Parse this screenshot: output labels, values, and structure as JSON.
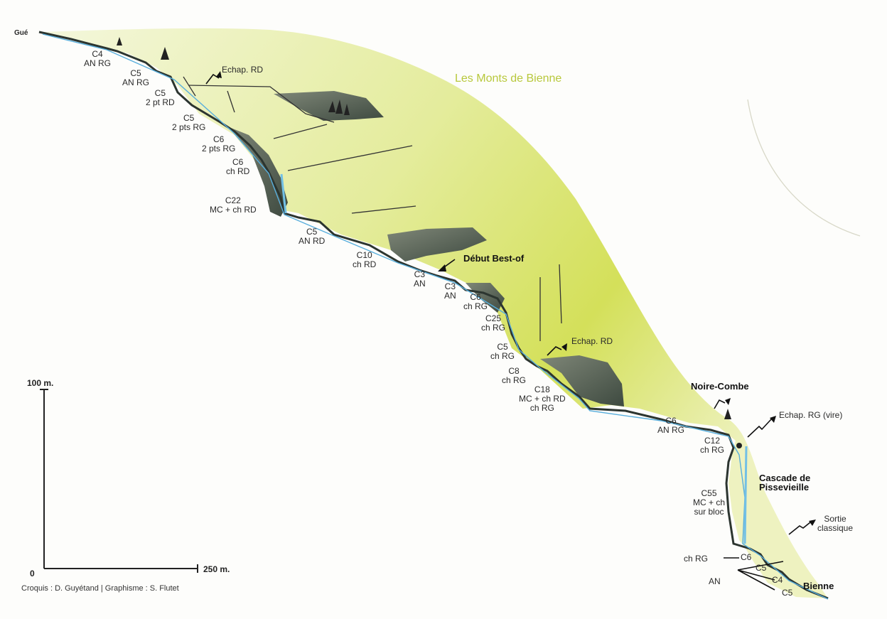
{
  "title": "Les Monts de Bienne",
  "start_label": "Gué",
  "credit": "Croquis : D. Guyétand | Graphisme : S. Flutet",
  "scale": {
    "vertical": "100 m.",
    "horizontal": "250 m.",
    "origin": "0"
  },
  "places": {
    "debut": "Début Best-of",
    "noire": "Noire-Combe",
    "cascade": [
      "Cascade de",
      "Pissevieille"
    ],
    "bienne": "Bienne"
  },
  "escapes": {
    "e1": "Echap. RD",
    "e2": "Echap. RD",
    "e3": "Echap. RG (vire)",
    "e4": [
      "Sortie",
      "classique"
    ]
  },
  "pitches": [
    [
      "C4",
      "AN RG"
    ],
    [
      "C5",
      "AN RG"
    ],
    [
      "C5",
      "2 pt RD"
    ],
    [
      "C5",
      "2 pts RG"
    ],
    [
      "C6",
      "2 pts RG"
    ],
    [
      "C6",
      "ch RD"
    ],
    [
      "C22",
      "MC + ch RD"
    ],
    [
      "C5",
      "AN RD"
    ],
    [
      "C10",
      "ch RD"
    ],
    [
      "C3",
      "AN"
    ],
    [
      "C3",
      "AN"
    ],
    [
      "C6",
      "ch RG"
    ],
    [
      "C25",
      "ch RG"
    ],
    [
      "C5",
      "ch RG"
    ],
    [
      "C8",
      "ch RG"
    ],
    [
      "C18",
      "MC + ch RD",
      "ch RG"
    ],
    [
      "C6",
      "AN RG"
    ],
    [
      "C12",
      "ch RG"
    ],
    [
      "C55",
      "MC + ch",
      "sur bloc"
    ]
  ],
  "bottom": {
    "chrg": "ch RG",
    "c6": "C6",
    "c5a": "C5",
    "c4": "C4",
    "c5b": "C5",
    "an": "AN"
  }
}
